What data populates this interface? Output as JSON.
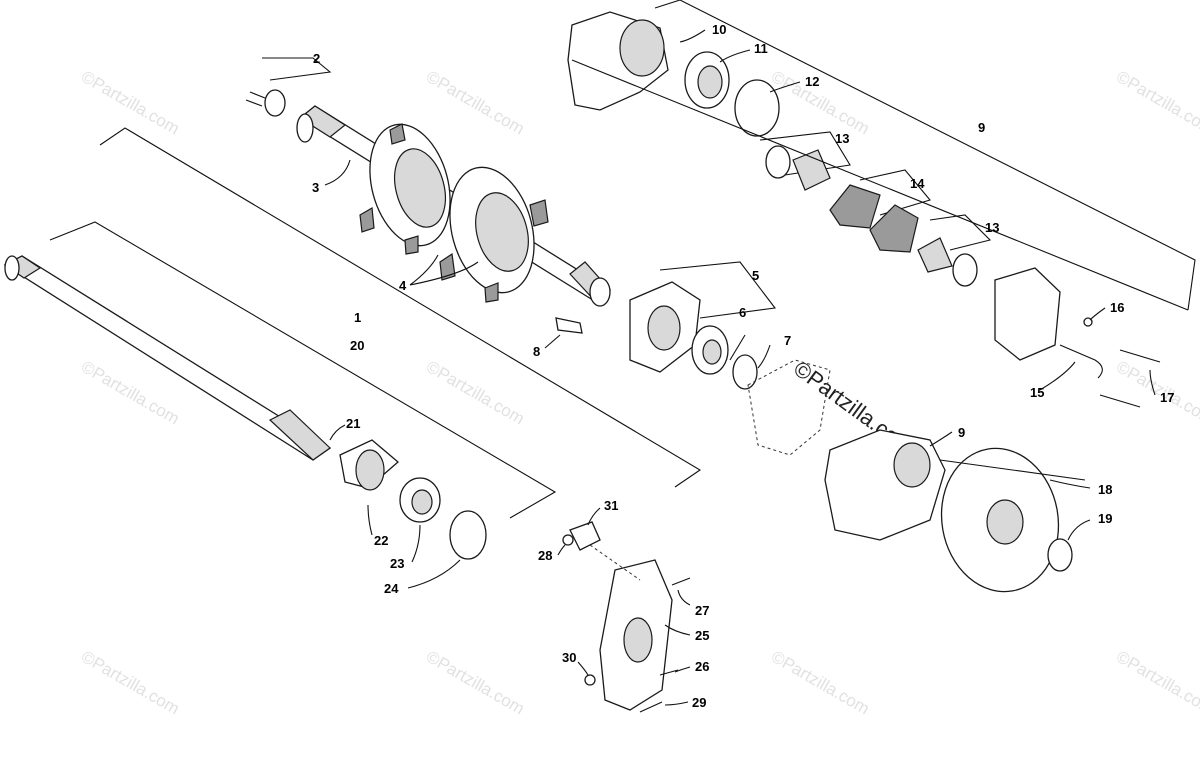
{
  "watermark_text": "©Partzilla.com",
  "callouts": {
    "c1": "1",
    "c2": "2",
    "c3": "3",
    "c4": "4",
    "c5": "5",
    "c6": "6",
    "c7": "7",
    "c8": "8",
    "c9_top": "9",
    "c9_mid": "9",
    "c10": "10",
    "c11": "11",
    "c12": "12",
    "c13_a": "13",
    "c13_b": "13",
    "c14": "14",
    "c15": "15",
    "c16": "16",
    "c17": "17",
    "c18": "18",
    "c19": "19",
    "c20": "20",
    "c21": "21",
    "c22": "22",
    "c23": "23",
    "c24": "24",
    "c25": "25",
    "c26": "26",
    "c27": "27",
    "c28": "28",
    "c29": "29",
    "c30": "30",
    "c31": "31"
  }
}
